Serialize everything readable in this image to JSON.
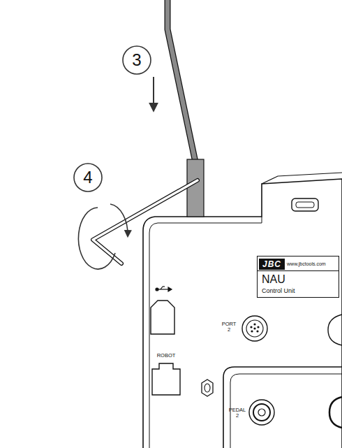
{
  "diagram": {
    "nodes": [
      {
        "text": [
          "JBC",
          "www.jbctools.com",
          "NAU",
          "Control Unit"
        ]
      }
    ],
    "labels": [
      "3",
      "4",
      "PORT 2",
      "ROBOT",
      "PEDAL 2"
    ]
  }
}
